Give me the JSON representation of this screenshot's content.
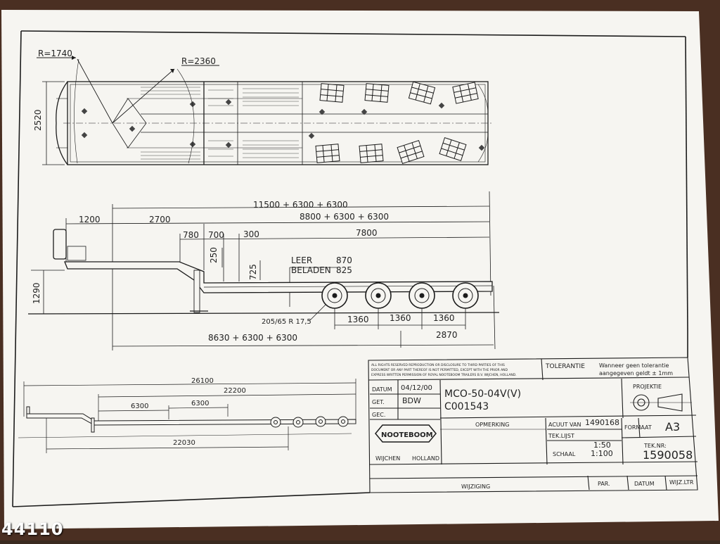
{
  "colors": {
    "table": "#4a2f22",
    "paper": "#f6f5f1",
    "ink": "#1c1c1c",
    "ink_light": "#555555"
  },
  "top_view": {
    "r1": "R=1740",
    "r2": "R=2360",
    "width_dim": "2520"
  },
  "side_view": {
    "overall_top": "11500 + 6300 + 6300",
    "dim_1200": "1200",
    "dim_2700": "2700",
    "dim_8800": "8800 + 6300 + 6300",
    "dim_780": "780",
    "dim_700": "700",
    "dim_300": "300",
    "dim_7800": "7800",
    "dim_250": "250",
    "dim_725": "725",
    "height_1290": "1290",
    "leer_label": "LEER",
    "leer_value": "870",
    "beladen_label": "BELADEN",
    "beladen_value": "825",
    "tyre": "205/65 R 17,5",
    "axle_spacing": [
      "1360",
      "1360",
      "1360"
    ],
    "rear_overhang": "2870",
    "overall_bottom": "8630 + 6300 + 6300"
  },
  "small_view": {
    "overall": "26100",
    "dim_22200": "22200",
    "dim_6300_a": "6300",
    "dim_6300_b": "6300",
    "dim_22030": "22030"
  },
  "title_block": {
    "disclaimer": [
      "ALL RIGHTS RESERVED REPRODUCTION OR DISCLOSURE TO THIRD PARTIES OF THIS",
      "DOCUMENT OR ANY PART THEREOF IS NOT PERMITTED, EXCEPT WITH THE PRIOR AND",
      "EXPRESS WRITTEN PERMISSION OF ROYAL NOOTEBOOM TRAILERS B.V. WIJCHEN, HOLLAND."
    ],
    "tolerantie_label": "TOLERANTIE",
    "tolerantie_text_1": "Wanneer geen tolerantie",
    "tolerantie_text_2": "aangegeven geldt ± 1mm",
    "datum_label": "DATUM",
    "datum_value": "04/12/00",
    "get_label": "GET.",
    "get_value": "BDW",
    "gec_label": "GEC.",
    "model": "MCO-50-04V(V)",
    "code": "C001543",
    "projektie_label": "PROJEKTIE",
    "logo_text": "NOOTEBOOM",
    "city": "WIJCHEN",
    "country": "HOLLAND",
    "opmerking_label": "OPMERKING",
    "acuut_label": "ACUUT VAN",
    "acuut_value": "1490168",
    "teklijst_label": "TEK.LIJST",
    "schaal_label": "SCHAAL",
    "schaal_1": "1:50",
    "schaal_2": "1:100",
    "formaat_label": "FORMAAT",
    "formaat_value": "A3",
    "teknr_label": "TEK.NR:",
    "teknr_value": "1590058",
    "wijziging_label": "WIJZIGING",
    "par_label": "PAR.",
    "datum2_label": "DATUM",
    "wijzltr_label": "WIJZ.LTR"
  },
  "watermark": "44110"
}
